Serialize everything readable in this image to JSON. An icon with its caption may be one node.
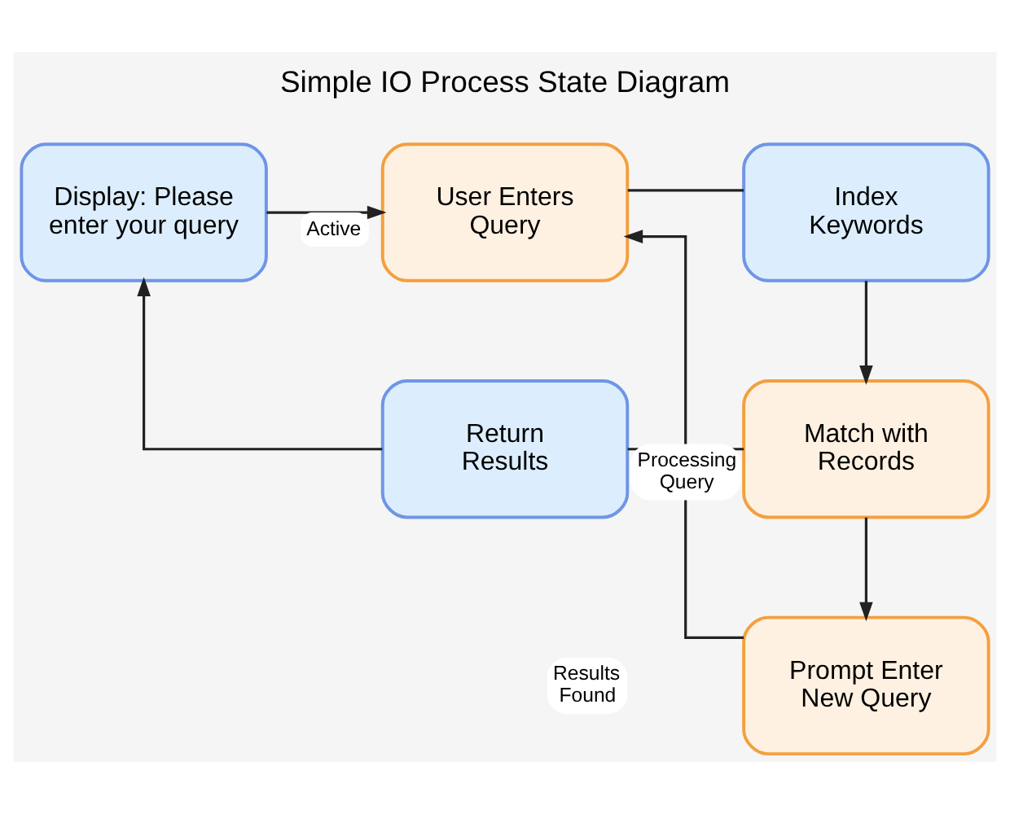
{
  "diagram": {
    "title": "Simple IO Process State Diagram",
    "nodes": [
      {
        "text": [
          "Display: Please enter your query"
        ]
      },
      {
        "text": [
          "User Enters Query"
        ]
      },
      {
        "text": [
          "Index Keywords"
        ]
      },
      {
        "text": [
          "Return Results"
        ]
      },
      {
        "text": [
          "Match with Records"
        ]
      },
      {
        "text": [
          "Prompt Enter New Query"
        ]
      }
    ],
    "edges": [
      {
        "from": 0,
        "to": 1,
        "arrow": "to",
        "label": "Active"
      },
      {
        "from": 1,
        "to": 2,
        "arrow": "none"
      },
      {
        "from": 2,
        "to": 4,
        "arrow": "to"
      },
      {
        "from": 3,
        "to": 4,
        "arrow": "none"
      },
      {
        "from": 3,
        "to": 0,
        "arrow": "to"
      },
      {
        "from": 4,
        "to": 5,
        "arrow": "to"
      },
      {
        "from": 5,
        "to": 1,
        "arrow": "to",
        "label": "Processing Query"
      }
    ],
    "labels": [
      "Results Found"
    ]
  }
}
